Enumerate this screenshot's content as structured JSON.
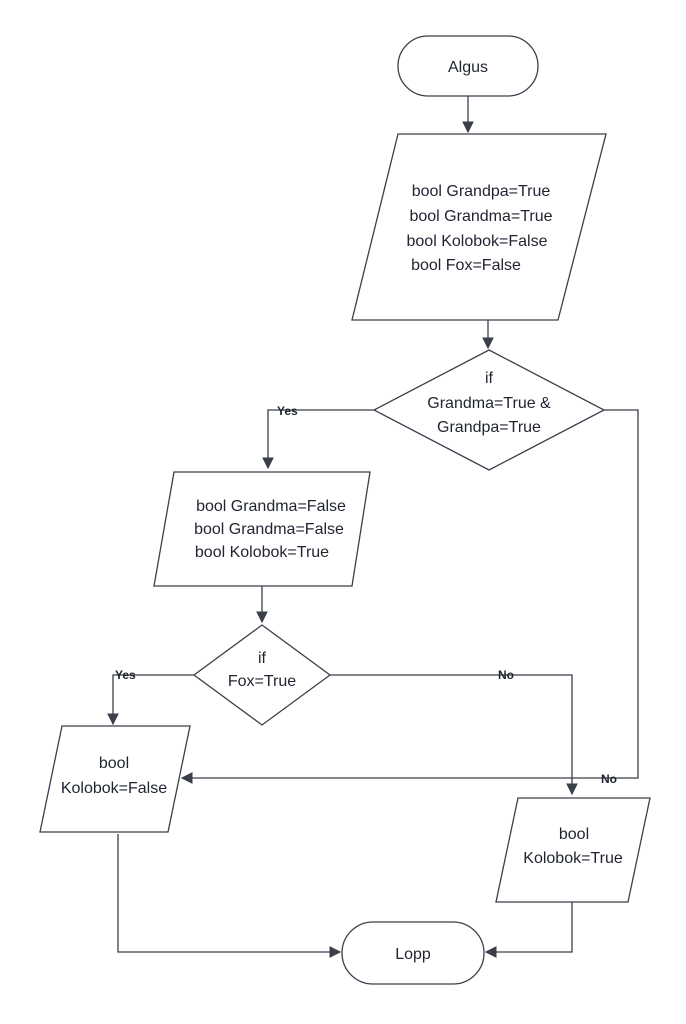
{
  "nodes": {
    "start": {
      "text": "Algus"
    },
    "init": {
      "lines": [
        "bool Grandpa=True",
        "bool Grandma=True",
        "bool Kolobok=False",
        "bool Fox=False"
      ]
    },
    "decision1": {
      "lines": [
        "if",
        "Grandma=True &",
        "Grandpa=True"
      ]
    },
    "process1": {
      "lines": [
        "bool Grandma=False",
        "bool Grandma=False",
        "bool Kolobok=True"
      ]
    },
    "decision2": {
      "lines": [
        "if",
        "Fox=True"
      ]
    },
    "out_false": {
      "lines": [
        "bool",
        "Kolobok=False"
      ]
    },
    "out_true": {
      "lines": [
        "bool",
        "Kolobok=True"
      ]
    },
    "end": {
      "text": "Lopp"
    }
  },
  "edges": {
    "d1_yes": "Yes",
    "d1_no": "No",
    "d2_yes": "Yes",
    "d2_no": "No"
  },
  "colors": {
    "stroke": "#3a3f4a",
    "text": "#1f2430",
    "background": "#ffffff"
  }
}
